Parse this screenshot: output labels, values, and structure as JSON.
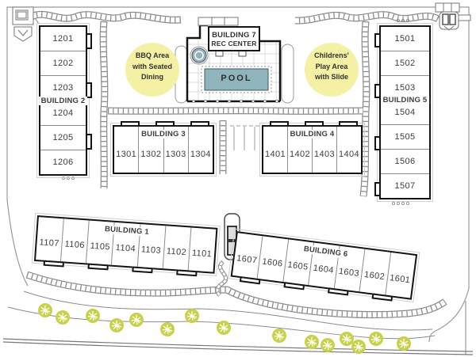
{
  "buildings": {
    "building1": {
      "label": "BUILDING 1",
      "units": [
        "1107",
        "1106",
        "1105",
        "1104",
        "1103",
        "1102",
        "1101"
      ]
    },
    "building2": {
      "label": "BUILDING 2",
      "units": [
        "1201",
        "1202",
        "1203",
        "1204",
        "1205",
        "1206"
      ]
    },
    "building3": {
      "label": "BUILDING 3",
      "units": [
        "1301",
        "1302",
        "1303",
        "1304"
      ]
    },
    "building4": {
      "label": "BUILDING 4",
      "units": [
        "1401",
        "1402",
        "1403",
        "1404"
      ]
    },
    "building5": {
      "label": "BUILDING 5",
      "units": [
        "1501",
        "1502",
        "1503",
        "1504",
        "1505",
        "1506",
        "1507"
      ]
    },
    "building6": {
      "label": "BUILDING 6",
      "units": [
        "1607",
        "1606",
        "1605",
        "1604",
        "1603",
        "1602",
        "1601"
      ]
    },
    "building7": {
      "label_line1": "BUILDING 7",
      "label_line2": "REC CENTER"
    }
  },
  "amenities": {
    "pool_label": "POOL",
    "bbq_callout": {
      "line1": "BBQ Area",
      "line2": "with Seated",
      "line3": "Dining"
    },
    "play_callout": {
      "line1": "Childrens'",
      "line2": "Play Area",
      "line3": "with Slide"
    }
  },
  "colors": {
    "pool": "#8FB4BB",
    "callout": "#F4F0A4",
    "tree": "#C9D14A",
    "building_outline": "#141414",
    "linework": "#8C8C8C"
  }
}
